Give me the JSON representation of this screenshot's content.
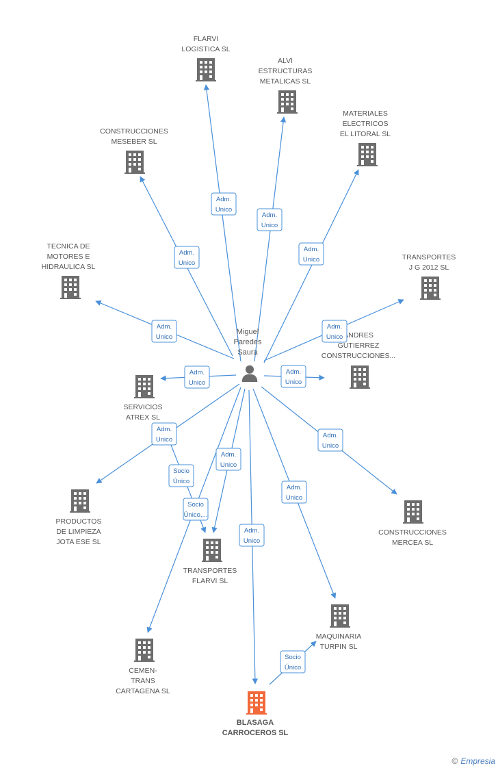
{
  "center": {
    "name": "Miguel Paredes Saura",
    "lines": [
      "Miguel",
      "Paredes",
      "Saura"
    ],
    "icon": "person-icon"
  },
  "colors": {
    "edge": "#4a90d9",
    "building": "#6d6d6d",
    "highlight": "#f26a3c"
  },
  "nodes": [
    {
      "id": "flarvi_logistica",
      "lines": [
        "FLARVI",
        "LOGISTICA SL"
      ],
      "icon": "building-icon"
    },
    {
      "id": "alvi_estructuras",
      "lines": [
        "ALVI",
        "ESTRUCTURAS",
        "METALICAS SL"
      ],
      "icon": "building-icon"
    },
    {
      "id": "materiales_electricos",
      "lines": [
        "MATERIALES",
        "ELECTRICOS",
        "EL LITORAL SL"
      ],
      "icon": "building-icon"
    },
    {
      "id": "construcciones_meseber",
      "lines": [
        "CONSTRUCCIONES",
        "MESEBER SL"
      ],
      "icon": "building-icon"
    },
    {
      "id": "tecnica_motores",
      "lines": [
        "TECNICA DE",
        "MOTORES E",
        "HIDRAULICA SL"
      ],
      "icon": "building-icon"
    },
    {
      "id": "transportes_jg",
      "lines": [
        "TRANSPORTES",
        "J G 2012 SL"
      ],
      "icon": "building-icon"
    },
    {
      "id": "andres_gutierrez",
      "lines": [
        "ANDRES",
        "GUTIERREZ",
        "CONSTRUCCIONES..."
      ],
      "icon": "building-icon"
    },
    {
      "id": "servicios_atrex",
      "lines": [
        "SERVICIOS",
        "ATREX SL"
      ],
      "icon": "building-icon"
    },
    {
      "id": "productos_limpieza",
      "lines": [
        "PRODUCTOS",
        "DE LIMPIEZA",
        "JOTA ESE SL"
      ],
      "icon": "building-icon"
    },
    {
      "id": "construcciones_mercea",
      "lines": [
        "CONSTRUCCIONES",
        "MERCEA SL"
      ],
      "icon": "building-icon"
    },
    {
      "id": "transportes_flarvi",
      "lines": [
        "TRANSPORTES",
        "FLARVI SL"
      ],
      "icon": "building-icon"
    },
    {
      "id": "maquinaria_turpin",
      "lines": [
        "MAQUINARIA",
        "TURPIN SL"
      ],
      "icon": "building-icon"
    },
    {
      "id": "cemen_trans",
      "lines": [
        "CEMEN-",
        "TRANS",
        "CARTAGENA SL"
      ],
      "icon": "building-icon"
    },
    {
      "id": "blasaga",
      "lines": [
        "BLASAGA",
        "CARROCEROS SL"
      ],
      "icon": "building-icon",
      "highlight": true
    }
  ],
  "edges": [
    {
      "to": "flarvi_logistica",
      "lines": [
        "Adm.",
        "Unico"
      ]
    },
    {
      "to": "alvi_estructuras",
      "lines": [
        "Adm.",
        "Unico"
      ]
    },
    {
      "to": "materiales_electricos",
      "lines": [
        "Adm.",
        "Unico"
      ]
    },
    {
      "to": "construcciones_meseber",
      "lines": [
        "Adm.",
        "Unico"
      ]
    },
    {
      "to": "tecnica_motores",
      "lines": [
        "Adm.",
        "Unico"
      ]
    },
    {
      "to": "transportes_jg",
      "lines": [
        "Adm.",
        "Unico"
      ]
    },
    {
      "to": "servicios_atrex",
      "lines": [
        "Adm.",
        "Unico"
      ]
    },
    {
      "to": "andres_gutierrez",
      "lines": [
        "Adm.",
        "Unico"
      ]
    },
    {
      "to": "productos_limpieza",
      "lines": [
        "Adm.",
        "Unico"
      ]
    },
    {
      "to": "construcciones_mercea",
      "lines": [
        "Adm.",
        "Unico"
      ]
    },
    {
      "to": "transportes_flarvi",
      "lines": [
        "Socio",
        "Único"
      ]
    },
    {
      "to": "transportes_flarvi",
      "lines": [
        "Adm.",
        "Unico"
      ]
    },
    {
      "to": "cemen_trans",
      "lines": [
        "Socio",
        "Único,..."
      ]
    },
    {
      "to": "blasaga",
      "lines": [
        "Adm.",
        "Unico"
      ]
    },
    {
      "to": "maquinaria_turpin",
      "lines": [
        "Adm.",
        "Unico"
      ]
    },
    {
      "from": "blasaga",
      "to": "maquinaria_turpin",
      "lines": [
        "Socio",
        "Único"
      ]
    }
  ],
  "credit": {
    "symbol": "©",
    "brand": "Empresia"
  }
}
